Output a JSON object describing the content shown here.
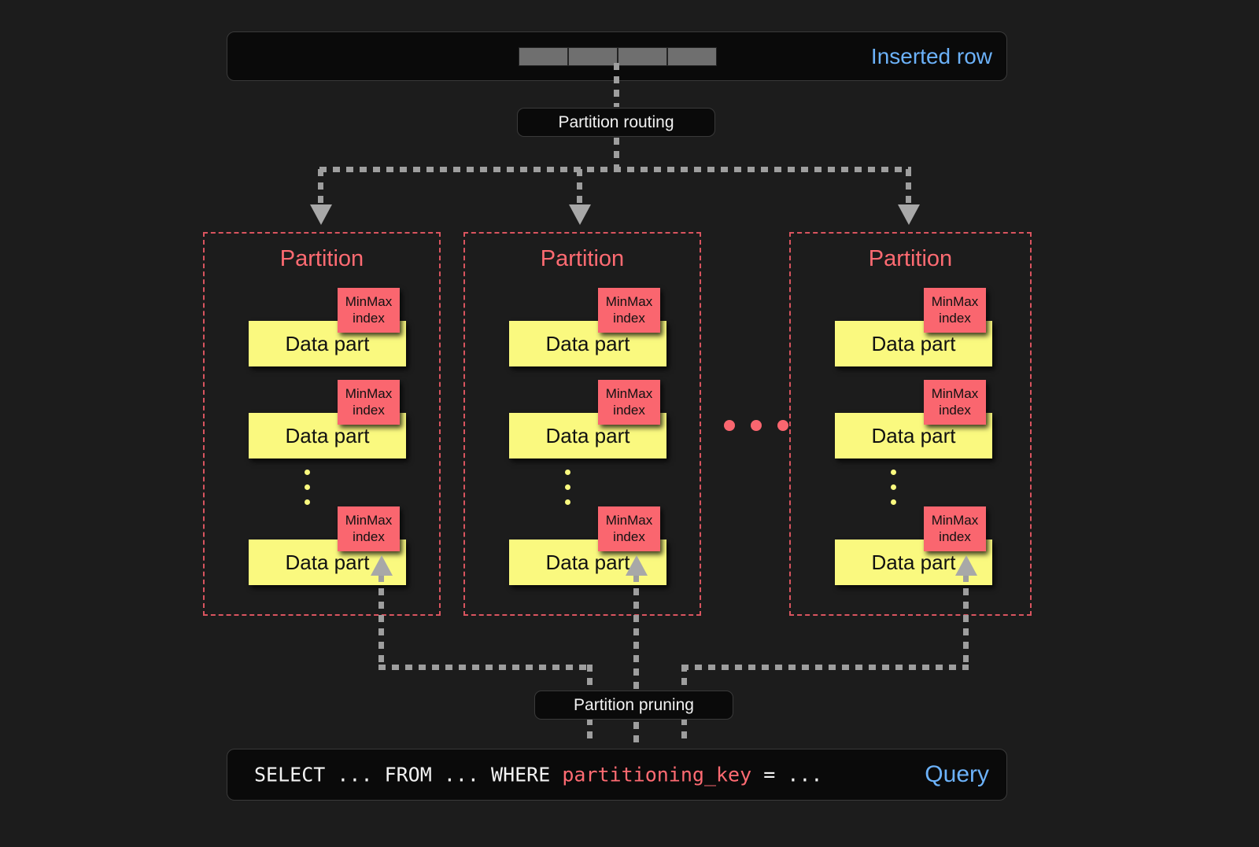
{
  "diagram": {
    "title": "ClickHouse partitioning: insert routing and partition pruning",
    "background": "#1c1c1c"
  },
  "inserted_row": {
    "label": "Inserted row",
    "label_color": "#6cb2fa",
    "cell_count": 4,
    "cell_color": "#6f6f6f"
  },
  "routing": {
    "label": "Partition routing"
  },
  "partitions": [
    {
      "title": "Partition",
      "title_color": "#ff6b72",
      "parts": [
        {
          "label": "Data part",
          "index_line1": "MinMax",
          "index_line2": "index"
        },
        {
          "label": "Data part",
          "index_line1": "MinMax",
          "index_line2": "index"
        },
        {
          "label": "Data part",
          "index_line1": "MinMax",
          "index_line2": "index"
        }
      ],
      "ellipsis_dots": 3
    },
    {
      "title": "Partition",
      "title_color": "#ff6b72",
      "parts": [
        {
          "label": "Data part",
          "index_line1": "MinMax",
          "index_line2": "index"
        },
        {
          "label": "Data part",
          "index_line1": "MinMax",
          "index_line2": "index"
        },
        {
          "label": "Data part",
          "index_line1": "MinMax",
          "index_line2": "index"
        }
      ],
      "ellipsis_dots": 3
    },
    {
      "title": "Partition",
      "title_color": "#ff6b72",
      "parts": [
        {
          "label": "Data part",
          "index_line1": "MinMax",
          "index_line2": "index"
        },
        {
          "label": "Data part",
          "index_line1": "MinMax",
          "index_line2": "index"
        },
        {
          "label": "Data part",
          "index_line1": "MinMax",
          "index_line2": "index"
        }
      ],
      "ellipsis_dots": 3
    }
  ],
  "between_partitions_ellipsis_dots": 3,
  "pruning": {
    "label": "Partition pruning"
  },
  "query": {
    "prefix": "SELECT ... FROM ... WHERE ",
    "key": "partitioning_key",
    "suffix": " = ...",
    "label": "Query",
    "label_color": "#6cb2fa",
    "key_color": "#ff6b72"
  },
  "colors": {
    "data_part": "#faf97f",
    "minmax_index": "#fa666f",
    "partition_border": "#d9545f",
    "connector": "#9e9e9e",
    "panel": "#0a0a0a"
  }
}
